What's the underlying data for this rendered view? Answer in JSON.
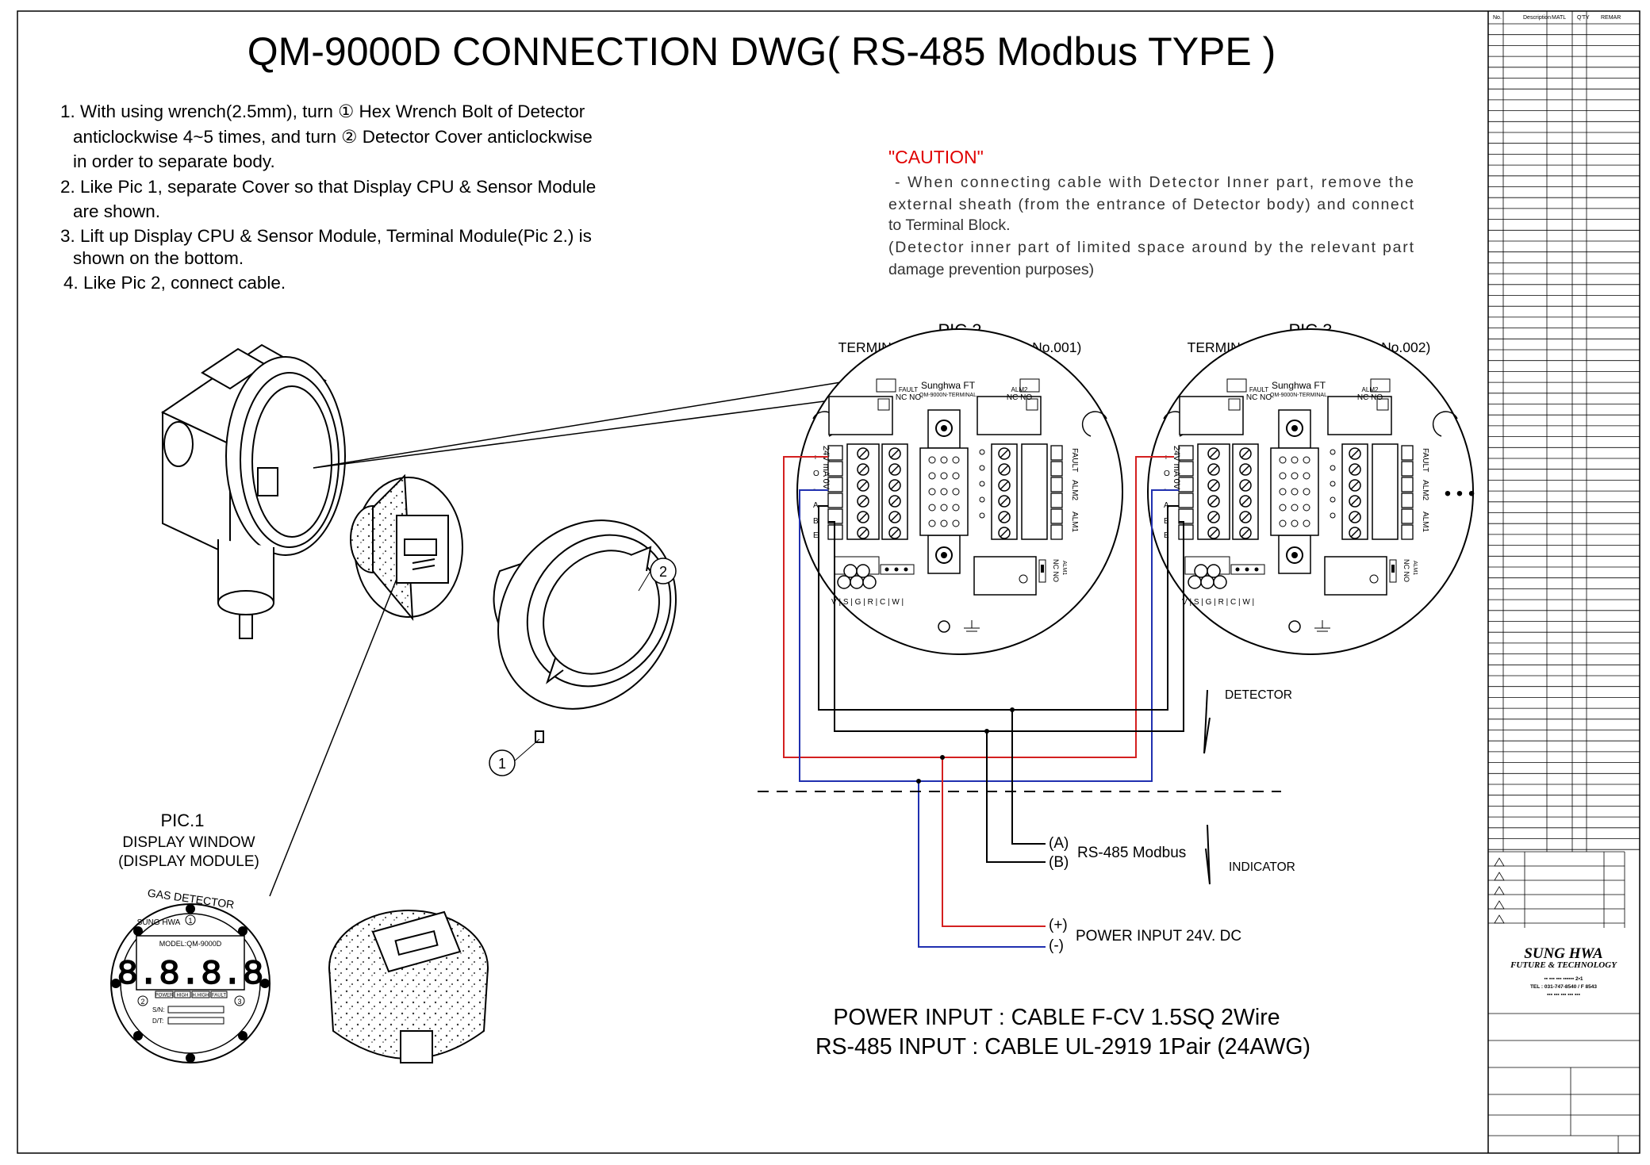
{
  "title": "QM-9000D CONNECTION DWG( RS-485 Modbus TYPE )",
  "instructions": [
    "1. With using wrench(2.5mm), turn  ① Hex Wrench Bolt of Detector",
    "anticlockwise 4~5 times, and turn  ② Detector Cover anticlockwise",
    "in order to separate body.",
    "2. Like Pic 1, separate Cover so that Display CPU & Sensor Module",
    "are shown.",
    "3. Lift up Display CPU & Sensor Module, Terminal Module(Pic 2.) is",
    "shown on the bottom.",
    "4. Like Pic 2, connect cable."
  ],
  "caution": {
    "heading": "\"CAUTION\"",
    "lines": [
      "- When connecting cable with Detector Inner part, remove the",
      "external sheath (from the entrance of Detector body) and connect",
      "to Terminal Block.",
      "(Detector inner part of limited space around by the relevant part",
      "damage prevention purposes)"
    ]
  },
  "pic1": {
    "title": "PIC.1",
    "sub1": "DISPLAY WINDOW",
    "sub2": "(DISPLAY MODULE)",
    "ring_text": "GAS DETECTOR",
    "brand": "SUNG HWA",
    "model": "MODEL:QM-9000D",
    "digits": "8.8.8.8",
    "leds": [
      "POWER",
      "HIGH",
      "H.HIGH",
      "FAULT"
    ],
    "sn": "S/N:",
    "dt": "D/T:",
    "c1": "1",
    "c2": "2",
    "c3": "3"
  },
  "callout1": "1",
  "callout2": "2",
  "pic2": {
    "title": "PIC.2",
    "subtitle": "TERMINAL MODULE(Detector No.001)"
  },
  "pic3": {
    "title": "PIC.3",
    "subtitle": "TERMINAL MODULE(Detector No.002)"
  },
  "terminal": {
    "brand": "Sunghwa  FT",
    "model": "QM-9000N-TERMINAL",
    "fault": "FAULT",
    "alm2": "ALM2",
    "alm1": "ALM1",
    "nc_no": "NC NO",
    "left_pins": [
      "+",
      "O",
      "-",
      "A",
      "B",
      "E"
    ],
    "mA_label": "24V mA 0V",
    "bottom_pins": "V | S | G |  R | C | W |",
    "right_nc": "NC NO",
    "right_alm": "ALM1"
  },
  "ellipsis": "• • •",
  "zone_detector": "DETECTOR",
  "zone_indicator": "INDICATOR",
  "rs485": {
    "a": "(A)",
    "b": "(B)",
    "label": "RS-485 Modbus"
  },
  "power": {
    "plus": "(+)",
    "minus": "(-)",
    "label": "POWER INPUT 24V. DC"
  },
  "notes": [
    "POWER  INPUT : CABLE F-CV 1.5SQ 2Wire",
    "RS-485 INPUT : CABLE UL-2919 1Pair (24AWG)"
  ],
  "bom_headers": [
    "No.",
    "Description",
    "MATL",
    "Q'TY",
    "REMAR"
  ],
  "company": {
    "name1": "SUNG  HWA",
    "name2": "FUTURE & TECHNOLOGY",
    "addr1": "▪▪ ▪▪▪ ▪▪▪ ▪▪▪▪▪▪ 2▪1",
    "addr2": "TEL : 031-747-8540 / F 8543",
    "addr3": "▪▪▪ ▪▪▪ ▪▪▪ ▪▪▪ ▪▪▪"
  },
  "colors": {
    "red_wire": "#d42020",
    "blue_wire": "#2030b0",
    "caution": "#e00000"
  }
}
